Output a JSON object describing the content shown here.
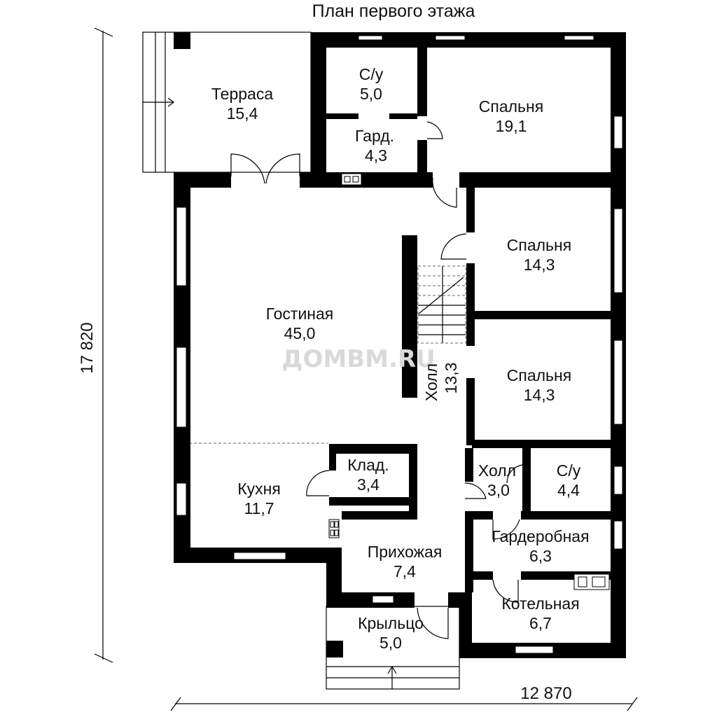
{
  "title": "План первого этажа",
  "watermark": "ДОМВМ.RU",
  "dimensions": {
    "height": "17 820",
    "width": "12 870"
  },
  "rooms": [
    {
      "name": "Терраса",
      "area": "15,4"
    },
    {
      "name": "С/у",
      "area": "5,0"
    },
    {
      "name": "Гард.",
      "area": "4,3"
    },
    {
      "name": "Спальня",
      "area": "19,1"
    },
    {
      "name": "Спальня",
      "area": "14,3"
    },
    {
      "name": "Гостиная",
      "area": "45,0"
    },
    {
      "name": "Спальня",
      "area": "14,3"
    },
    {
      "name": "Холл",
      "area": "13,3"
    },
    {
      "name": "Клад.",
      "area": "3,4"
    },
    {
      "name": "Кухня",
      "area": "11,7"
    },
    {
      "name": "Холл",
      "area": "3,0"
    },
    {
      "name": "С/у",
      "area": "4,4"
    },
    {
      "name": "Гардеробная",
      "area": "6,3"
    },
    {
      "name": "Прихожая",
      "area": "7,4"
    },
    {
      "name": "Котельная",
      "area": "6,7"
    },
    {
      "name": "Крыльцо",
      "area": "5,0"
    }
  ]
}
